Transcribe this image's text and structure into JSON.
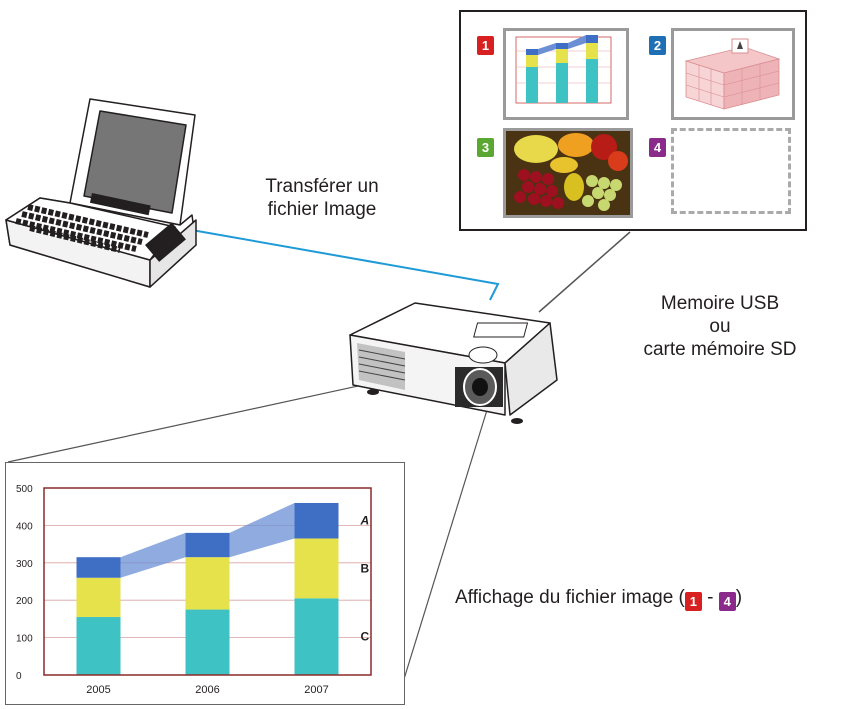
{
  "labels": {
    "transfer": [
      "Transférer un",
      "fichier Image"
    ],
    "storage": [
      "Memoire USB",
      "ou",
      "carte mémoire SD"
    ],
    "display_prefix": "Affichage du fichier image (",
    "display_sep": " - ",
    "display_suffix": ")"
  },
  "panels": [
    {
      "num": "1",
      "color": "#d7201f",
      "content": "bar-chart-thumbnail"
    },
    {
      "num": "2",
      "color": "#1f6fb4",
      "content": "3d-building-thumbnail"
    },
    {
      "num": "3",
      "color": "#5aa832",
      "content": "fruit-photo-thumbnail"
    },
    {
      "num": "4",
      "color": "#8a2b8c",
      "content": "empty-slot"
    }
  ],
  "display_range": {
    "from": "1",
    "to": "4",
    "from_color": "#d7201f",
    "to_color": "#8a2b8c"
  },
  "devices": {
    "laptop": "laptop-icon",
    "projector": "projector-icon"
  },
  "colors": {
    "cable": "#1e9ad6",
    "chart_frame": "#8b2a2a",
    "series_a": "#3f6fc4",
    "series_b": "#e6e24c",
    "series_c": "#3ec2c4"
  },
  "chart_data": {
    "type": "bar",
    "stacked": true,
    "categories": [
      "2005",
      "2006",
      "2007"
    ],
    "series": [
      {
        "name": "C",
        "values": [
          155,
          175,
          205
        ]
      },
      {
        "name": "B",
        "values": [
          105,
          140,
          160
        ]
      },
      {
        "name": "A",
        "values": [
          55,
          65,
          95
        ]
      }
    ],
    "ylim": [
      0,
      500
    ],
    "yticks": [
      "0",
      "100",
      "200",
      "300",
      "400",
      "500"
    ],
    "grid": true
  }
}
